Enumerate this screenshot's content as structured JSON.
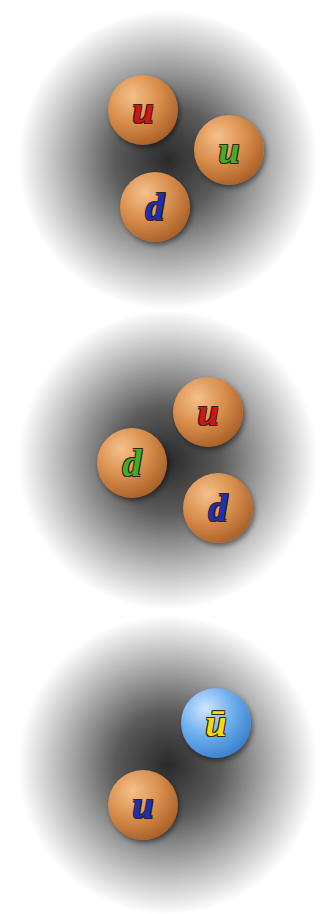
{
  "diagram": {
    "nodes": [
      {
        "text": [
          "u"
        ]
      },
      {
        "text": [
          "u"
        ]
      },
      {
        "text": [
          "d"
        ]
      },
      {
        "text": [
          "u"
        ]
      },
      {
        "text": [
          "d"
        ]
      },
      {
        "text": [
          "d"
        ]
      },
      {
        "text": [
          "ū"
        ]
      },
      {
        "text": [
          "u"
        ]
      }
    ]
  }
}
